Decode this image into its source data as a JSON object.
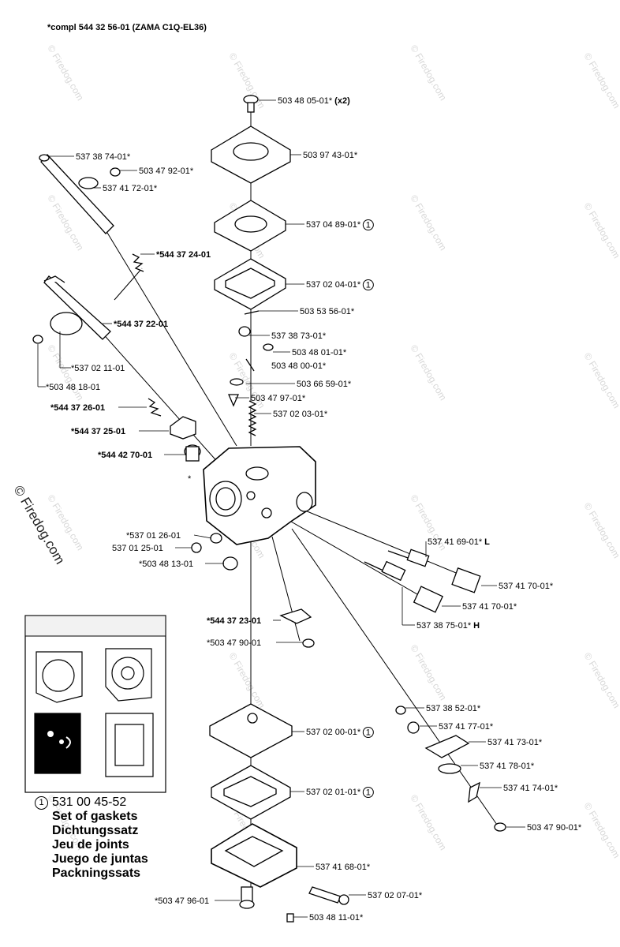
{
  "title": "*compl 544 32 56-01 (ZAMA C1Q-EL36)",
  "watermark": "© Firedog.com",
  "side_watermark": "© Firedog.com",
  "kit": {
    "marker": "1",
    "code": "531 00 45-52",
    "lines": [
      "Set of gaskets",
      "Dichtungssatz",
      "Jeu de joints",
      "Juego de juntas",
      "Packningssats"
    ]
  },
  "parts": [
    {
      "id": "p1",
      "text": "503 48 05-01*",
      "suffix": "(x2)",
      "bold": false,
      "circle": false
    },
    {
      "id": "p2",
      "text": "503 97 43-01*",
      "bold": false,
      "circle": false
    },
    {
      "id": "p3",
      "text": "537 04 89-01*",
      "bold": false,
      "circle": true
    },
    {
      "id": "p4",
      "text": "537 02 04-01*",
      "bold": false,
      "circle": true
    },
    {
      "id": "p5",
      "text": "503 53 56-01*",
      "bold": false,
      "circle": false
    },
    {
      "id": "p6",
      "text": "537 38 73-01*",
      "bold": false,
      "circle": false
    },
    {
      "id": "p7",
      "text": "503 48 01-01*",
      "bold": false,
      "circle": false
    },
    {
      "id": "p8",
      "text": "503 48 00-01*",
      "bold": false,
      "circle": false
    },
    {
      "id": "p9",
      "text": "503 66 59-01*",
      "bold": false,
      "circle": false
    },
    {
      "id": "p10",
      "text": "503 47 97-01*",
      "bold": false,
      "circle": false
    },
    {
      "id": "p11",
      "text": "537 02 03-01*",
      "bold": false,
      "circle": false
    },
    {
      "id": "p12",
      "text": "537 38 74-01*",
      "bold": false,
      "circle": false
    },
    {
      "id": "p13",
      "text": "503 47 92-01*",
      "bold": false,
      "circle": false
    },
    {
      "id": "p14",
      "text": "537 41 72-01*",
      "bold": false,
      "circle": false
    },
    {
      "id": "p15",
      "text": "*544 37 24-01",
      "bold": true,
      "circle": false
    },
    {
      "id": "p16",
      "text": "*544 37 22-01",
      "bold": true,
      "circle": false
    },
    {
      "id": "p17",
      "text": "*537 02 11-01",
      "bold": false,
      "circle": false
    },
    {
      "id": "p18",
      "text": "*503 48 18-01",
      "bold": false,
      "circle": false
    },
    {
      "id": "p19",
      "text": "*544 37 26-01",
      "bold": true,
      "circle": false
    },
    {
      "id": "p20",
      "text": "*544 37 25-01",
      "bold": true,
      "circle": false
    },
    {
      "id": "p21",
      "text": "*544 42 70-01",
      "bold": true,
      "circle": false
    },
    {
      "id": "p22",
      "text": "*",
      "bold": false,
      "circle": false
    },
    {
      "id": "p23",
      "text": "*537 01 26-01",
      "bold": false,
      "circle": false
    },
    {
      "id": "p24",
      "text": "537 01 25-01",
      "bold": false,
      "circle": false
    },
    {
      "id": "p25",
      "text": "*503 48 13-01",
      "bold": false,
      "circle": false
    },
    {
      "id": "p26",
      "text": "537 41 69-01*",
      "suffix": "L",
      "bold": false,
      "circle": false
    },
    {
      "id": "p27",
      "text": "537 41 70-01*",
      "bold": false,
      "circle": false
    },
    {
      "id": "p28",
      "text": "537 41 70-01*",
      "bold": false,
      "circle": false
    },
    {
      "id": "p29",
      "text": "537 38 75-01*",
      "suffix": "H",
      "bold": false,
      "circle": false
    },
    {
      "id": "p30",
      "text": "*544 37 23-01",
      "bold": true,
      "circle": false
    },
    {
      "id": "p31",
      "text": "*503 47 90-01",
      "bold": false,
      "circle": false
    },
    {
      "id": "p32",
      "text": "537 38 52-01*",
      "bold": false,
      "circle": false
    },
    {
      "id": "p33",
      "text": "537 41 77-01*",
      "bold": false,
      "circle": false
    },
    {
      "id": "p34",
      "text": "537 41 73-01*",
      "bold": false,
      "circle": false
    },
    {
      "id": "p35",
      "text": "537 41 78-01*",
      "bold": false,
      "circle": false
    },
    {
      "id": "p36",
      "text": "537 41 74-01*",
      "bold": false,
      "circle": false
    },
    {
      "id": "p37",
      "text": "503 47 90-01*",
      "bold": false,
      "circle": false
    },
    {
      "id": "p38",
      "text": "537 02 00-01*",
      "bold": false,
      "circle": true
    },
    {
      "id": "p39",
      "text": "537 02 01-01*",
      "bold": false,
      "circle": true
    },
    {
      "id": "p40",
      "text": "537 41 68-01*",
      "bold": false,
      "circle": false
    },
    {
      "id": "p41",
      "text": "537 02 07-01*",
      "bold": false,
      "circle": false
    },
    {
      "id": "p42",
      "text": "*503 47 96-01",
      "bold": false,
      "circle": false
    },
    {
      "id": "p43",
      "text": "503 48 11-01*",
      "bold": false,
      "circle": false
    }
  ]
}
